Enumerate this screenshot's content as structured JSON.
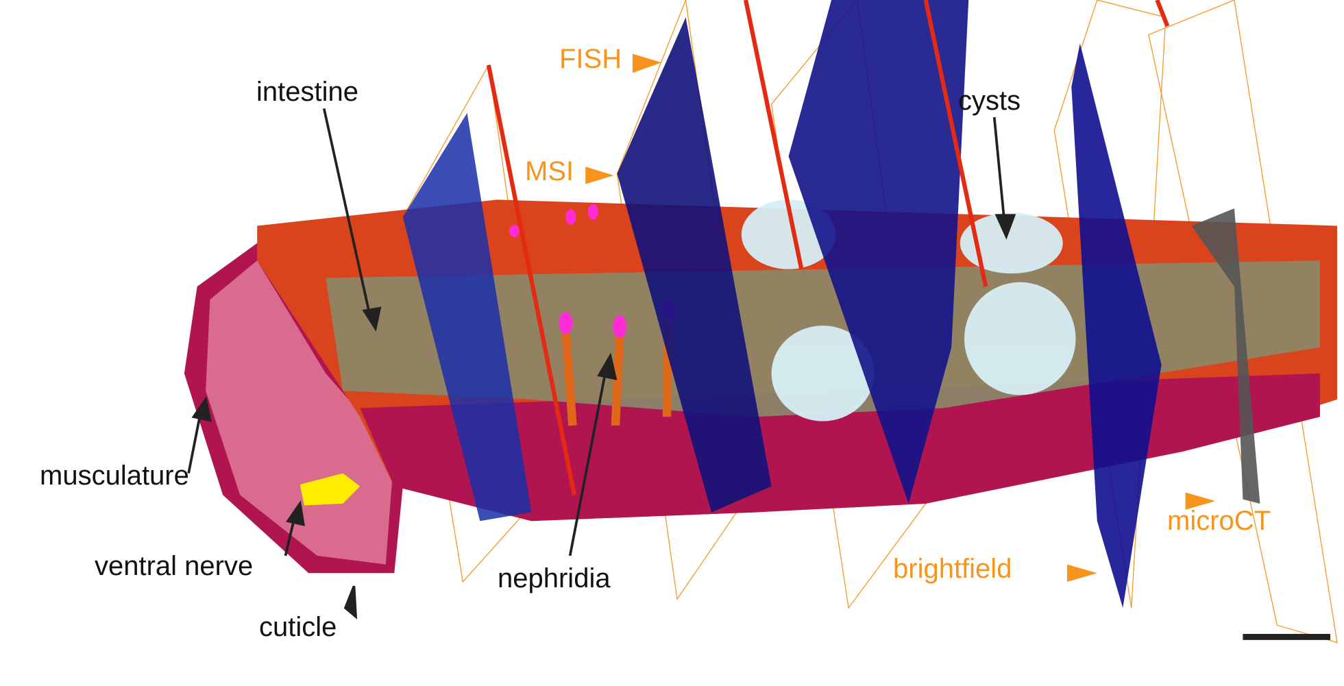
{
  "colors": {
    "label_black": "#111111",
    "label_orange": "#f7941d",
    "cuticle": "#b0154f",
    "tissue": "#d9441c",
    "intestine": "#8a8a6a",
    "cysts": "#d6eef4",
    "msi": "#1a2fa8",
    "nephridia": "#e0681a",
    "nephridia_tip": "#ff2bd6",
    "nerve": "#ffee00"
  },
  "anatomy_labels": {
    "intestine": "intestine",
    "cysts": "cysts",
    "musculature": "musculature",
    "ventral_nerve": "ventral nerve",
    "cuticle": "cuticle",
    "nephridia": "nephridia"
  },
  "modality_labels": {
    "fish": "FISH",
    "msi": "MSI",
    "brightfield": "brightfield",
    "microct": "microCT"
  }
}
